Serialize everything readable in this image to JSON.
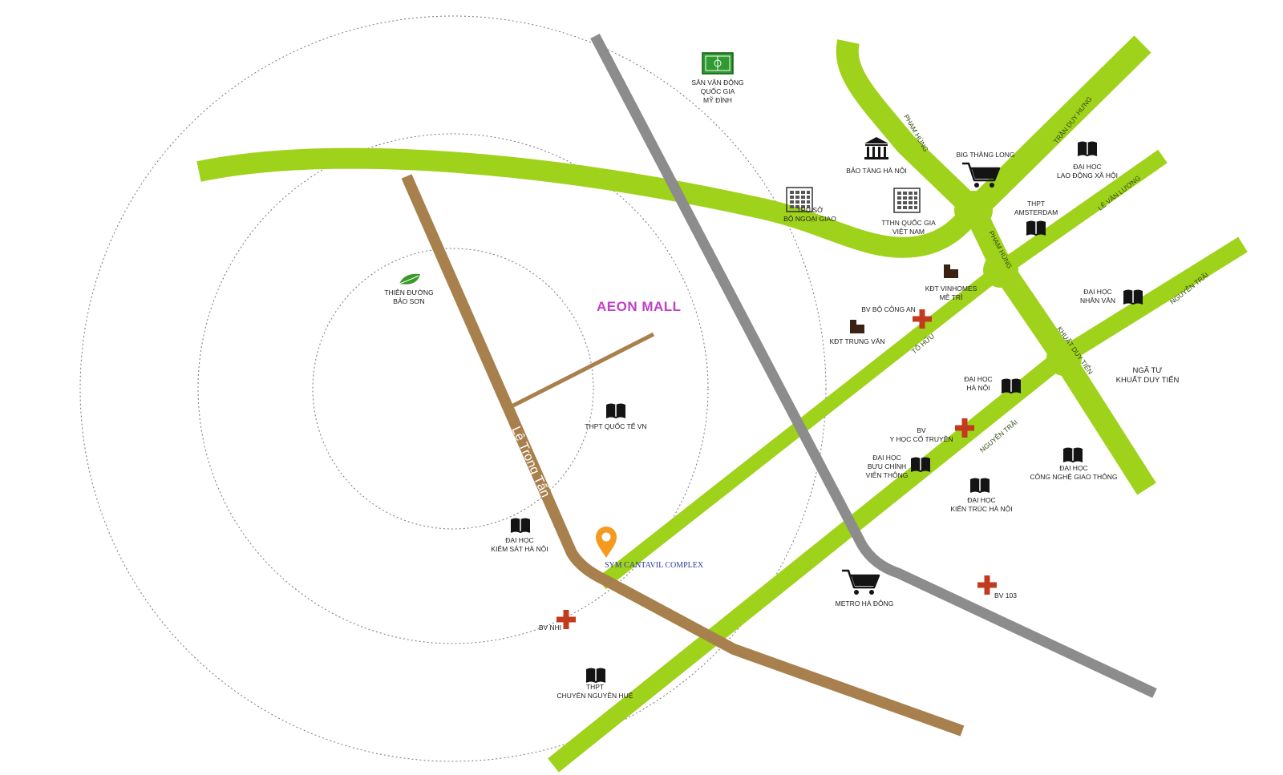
{
  "map": {
    "colors": {
      "green_road": "#9fd21b",
      "brown_road": "#a8804d",
      "gray_road": "#8c8c8c",
      "ring": "#777777",
      "hospital": "#c33b1e",
      "pin": "#f39a1f",
      "aeon": "#c03ec8",
      "project": "#2a3a9a"
    },
    "roads": {
      "pham_hung_top": "PHẠM HÙNG",
      "tran_duy_hung": "TRẦN DUY HƯNG",
      "pham_hung_mid": "PHẠM HÙNG",
      "le_van_luong": "LÊ VĂN LƯƠNG",
      "nguyen_trai_top": "NGUYỄN TRÃI",
      "khuat_duy_tien": "KHUẤT DUY TIẾN",
      "to_huu": "TỐ HỮU",
      "nguyen_trai": "NGUYỄN TRÃI",
      "le_trong_tan": "Lê Trọng Tấn"
    },
    "aeon_mall": "AEON MALL",
    "project": "SYM CANTAVIL COMPLEX",
    "pois": {
      "stadium": [
        "SÂN VẬN ĐỘNG",
        "QUỐC GIA",
        "MỸ ĐÌNH"
      ],
      "museum": [
        "BẢO TÀNG HÀ NỘI"
      ],
      "ministry": [
        "TRỤ SỞ",
        "BỘ NGOẠI GIAO"
      ],
      "convention": [
        "TTHN QUỐC GIA",
        "VIỆT NAM"
      ],
      "big_c": [
        "BIG THĂNG LONG"
      ],
      "labor_univ": [
        "ĐẠI HỌC",
        "LAO ĐỘNG XÃ HỘI"
      ],
      "amsterdam": [
        "THPT",
        "AMSTERDAM"
      ],
      "vinhomes": [
        "KĐT VINHOMES",
        "MỄ TRÌ"
      ],
      "trung_van": [
        "KĐT TRUNG VĂN"
      ],
      "police_hosp": [
        "BV BỘ CÔNG AN"
      ],
      "nhan_van": [
        "ĐẠI HỌC",
        "NHÂN VĂN"
      ],
      "nga_tu": [
        "NGÃ TƯ",
        "KHUẤT DUY TIẾN"
      ],
      "ha_noi_univ": [
        "ĐẠI HỌC",
        "HÀ NỘI"
      ],
      "yhct": [
        "BV",
        "Y HỌC CỔ TRUYỀN"
      ],
      "buu_chinh": [
        "ĐẠI HỌC",
        "BƯU CHÍNH",
        "VIỄN THÔNG"
      ],
      "giao_thong": [
        "ĐẠI HỌC",
        "CÔNG NGHỆ GIAO THÔNG"
      ],
      "kien_truc": [
        "ĐẠI HỌC",
        "KIẾN TRÚC HÀ NỘI"
      ],
      "thien_duong": [
        "THIÊN ĐƯỜNG",
        "BẢO SƠN"
      ],
      "quoc_te": [
        "THPT QUỐC TẾ VN"
      ],
      "kiem_sat": [
        "ĐẠI HỌC",
        "KIỂM SÁT HÀ NỘI"
      ],
      "metro": [
        "METRO HÀ ĐÔNG"
      ],
      "bv103": [
        "BV 103"
      ],
      "bv_nhi": [
        "BV NHI"
      ],
      "nguyen_hue": [
        "THPT",
        "CHUYÊN NGUYỄN HUỆ"
      ]
    }
  }
}
